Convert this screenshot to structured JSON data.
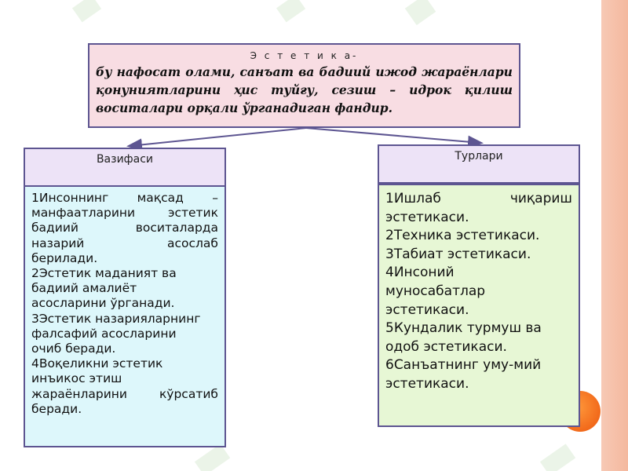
{
  "diagram": {
    "top": {
      "heading": "Э с т е т и к а-",
      "definition_lines": [
        [
          "бу",
          "нафосат",
          "олами,",
          "санъат",
          "ва",
          "бадиий",
          "ижод",
          "жараёнлари"
        ],
        [
          "қонуниятларини",
          "ҳис",
          "туйғу,",
          "сезиш",
          "–",
          "идрок",
          "қилиш"
        ],
        [
          "воситалари орқали ўрганадиган фандир."
        ]
      ]
    },
    "left": {
      "header": "Вазифаси",
      "lines": [
        [
          "1Инсоннинг",
          "мақсад",
          "–"
        ],
        [
          "манфаатларини",
          "эстетик"
        ],
        [
          "бадиий",
          "воситаларда"
        ],
        [
          "назарий",
          "асослаб"
        ],
        [
          "берилади."
        ],
        [
          "2Эстетик маданият ва"
        ],
        [
          "бадиий амалиёт"
        ],
        [
          "асосларини ўрганади."
        ],
        [
          "3Эстетик назарияларнинг"
        ],
        [
          "фалсафий асосларини"
        ],
        [
          "очиб беради."
        ],
        [
          "4Воқеликни эстетик"
        ],
        [
          "инъикос этиш"
        ],
        [
          "жараёнларини",
          "кўрсатиб"
        ],
        [
          "беради."
        ]
      ]
    },
    "right": {
      "header": "Турлари",
      "lines": [
        [
          "1Ишлаб",
          "чиқариш"
        ],
        [
          "эстетикаси."
        ],
        [
          "2Техника эстетикаси."
        ],
        [
          "3Табиат эстетикаси."
        ],
        [
          "4Инсоний"
        ],
        [
          "муносабатлар"
        ],
        [
          "эстетикаси."
        ],
        [
          "5Кундалик турмуш ва"
        ],
        [
          "одоб эстетикаси."
        ],
        [
          "6Санъатнинг уму-мий"
        ],
        [
          "эстетикаси."
        ]
      ]
    },
    "colors": {
      "border": "#5d5591",
      "top_fill": "#f8dde3",
      "header_fill": "#ede3f7",
      "left_fill": "#ddf7fb",
      "right_fill": "#e7f7d5",
      "accent_orange": "#f26a1b"
    }
  }
}
